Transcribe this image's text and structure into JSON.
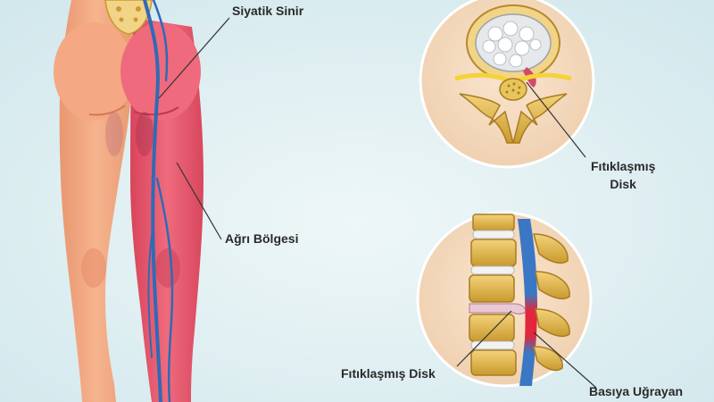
{
  "labels": {
    "sciatic_nerve": "Siyatik Sinir",
    "pain_area": "Ağrı Bölgesi",
    "herniated_disc_top": "Fıtıklaşmış\nDisk",
    "herniated_disc_top_line1": "Fıtıklaşmış",
    "herniated_disc_top_line2": "Disk",
    "herniated_disc_side": "Fıtıklaşmış Disk",
    "compressed": "Basıya Uğrayan"
  },
  "colors": {
    "background": "#e3f0f2",
    "skin": "#f3ad86",
    "pain": "#e5566b",
    "nerve": "#2f6bb5",
    "bone": "#e2b84a",
    "circle_bg": "#f6dcc3"
  }
}
